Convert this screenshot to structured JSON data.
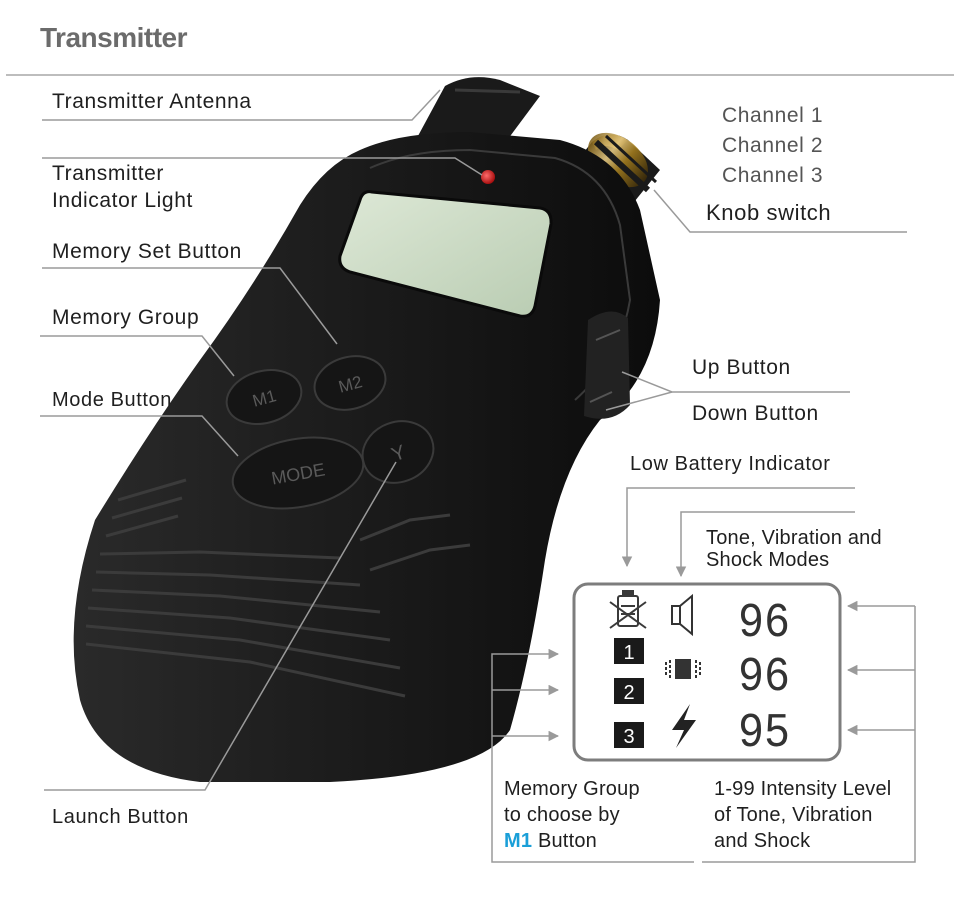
{
  "title": "Transmitter",
  "device_labels": {
    "antenna": "Transmitter Antenna",
    "indicator_line1": "Transmitter",
    "indicator_line2": "Indicator Light",
    "memory_set": "Memory Set Button",
    "memory_group": "Memory Group",
    "mode": "Mode Button",
    "launch": "Launch Button",
    "channel1": "Channel 1",
    "channel2": "Channel 2",
    "channel3": "Channel 3",
    "knob": "Knob switch",
    "up": "Up Button",
    "down": "Down Button",
    "low_battery": "Low Battery Indicator",
    "modes_line1": "Tone, Vibration and",
    "modes_line2": "Shock Modes"
  },
  "buttons": {
    "m1": "M1",
    "m2": "M2",
    "mode": "MODE",
    "launch": "Y"
  },
  "display": {
    "groups": [
      "1",
      "2",
      "3"
    ],
    "values": [
      "96",
      "96",
      "95"
    ]
  },
  "notes": {
    "memory_line1": "Memory Group",
    "memory_line2": "to choose by",
    "memory_highlight": "M1",
    "memory_line3_rest": " Button",
    "intensity_line1": "1-99 Intensity Level",
    "intensity_line2": "of Tone, Vibration",
    "intensity_line3": "and Shock"
  },
  "colors": {
    "device_body": "#1b1b1b",
    "screen": "#c9d9c3",
    "led": "#d61d1d",
    "accent": "#1a9fd8",
    "leader_lines": "#9a9a9a"
  }
}
